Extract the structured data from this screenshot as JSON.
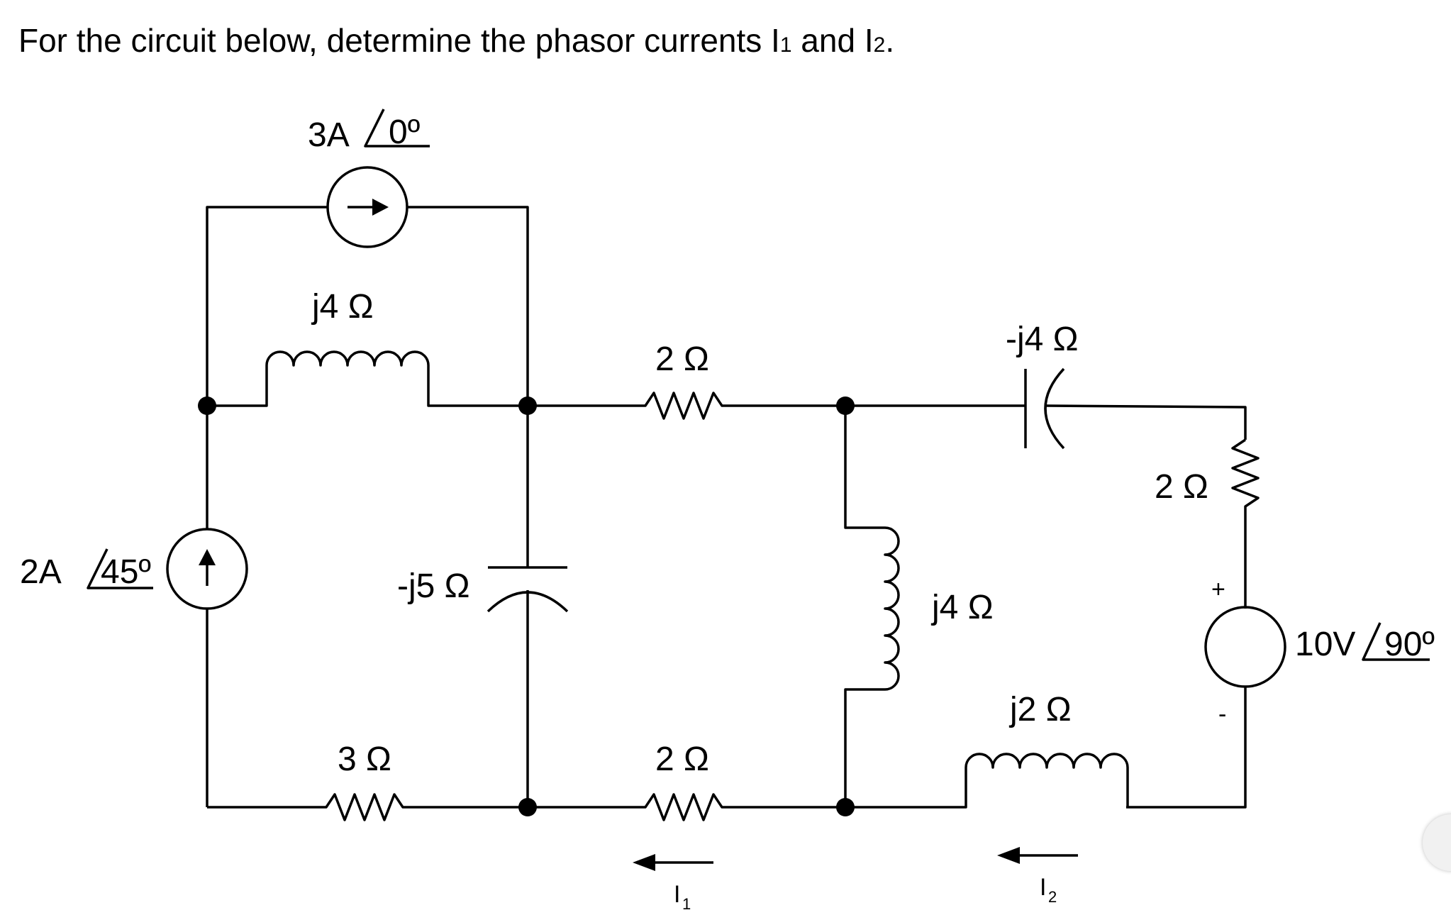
{
  "question": {
    "prefix": "For the circuit below, determine the phasor currents I",
    "sub1": "1",
    "middle": " and I",
    "sub2": "2",
    "suffix": "."
  },
  "circuit": {
    "source_top": {
      "mag": "3A",
      "angle": "0º"
    },
    "source_left": {
      "mag": "2A",
      "angle": "45º"
    },
    "source_voltage": {
      "mag": "10V",
      "angle": "90º",
      "plus": "+",
      "minus": "-"
    },
    "inductor_top": "j4 Ω",
    "resistor_top_mid": "2 Ω",
    "capacitor_top_right": "-j4 Ω",
    "resistor_right": "2 Ω",
    "capacitor_mid": "-j5 Ω",
    "inductor_mid": "j4 Ω",
    "inductor_bottom_right": "j2 Ω",
    "resistor_bottom_left": "3 Ω",
    "resistor_bottom_mid": "2 Ω",
    "current1": {
      "letter": "I",
      "sub": "1"
    },
    "current2": {
      "letter": "I",
      "sub": "2"
    }
  }
}
